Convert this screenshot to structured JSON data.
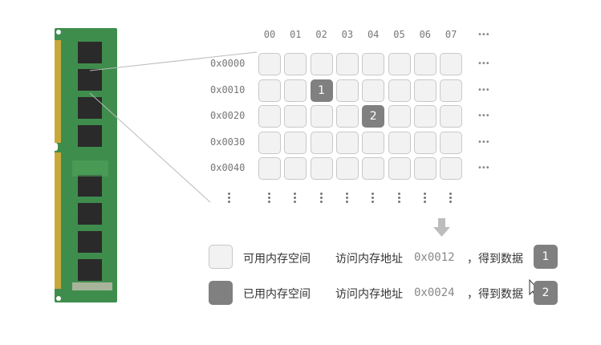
{
  "columns": [
    "00",
    "01",
    "02",
    "03",
    "04",
    "05",
    "06",
    "07"
  ],
  "rows": [
    "0x0000",
    "0x0010",
    "0x0020",
    "0x0030",
    "0x0040"
  ],
  "ellipsis": "•••",
  "used_cells": [
    {
      "row": 1,
      "col": 2,
      "value": "1"
    },
    {
      "row": 2,
      "col": 4,
      "value": "2"
    }
  ],
  "legend": [
    {
      "label": "可用内存空间",
      "state": "free"
    },
    {
      "label": "已用内存空间",
      "state": "used"
    }
  ],
  "accesses": [
    {
      "prefix": "访问内存地址",
      "address": "0x0012",
      "suffix": "，得到数据",
      "value": "1"
    },
    {
      "prefix": "访问内存地址",
      "address": "0x0024",
      "suffix": "，得到数据",
      "value": "2"
    }
  ],
  "colors": {
    "free": "#f2f2f2",
    "used": "#808080",
    "pcb": "#3e8a4a",
    "chip": "#2a2a2a",
    "gold": "#c9a83a"
  }
}
